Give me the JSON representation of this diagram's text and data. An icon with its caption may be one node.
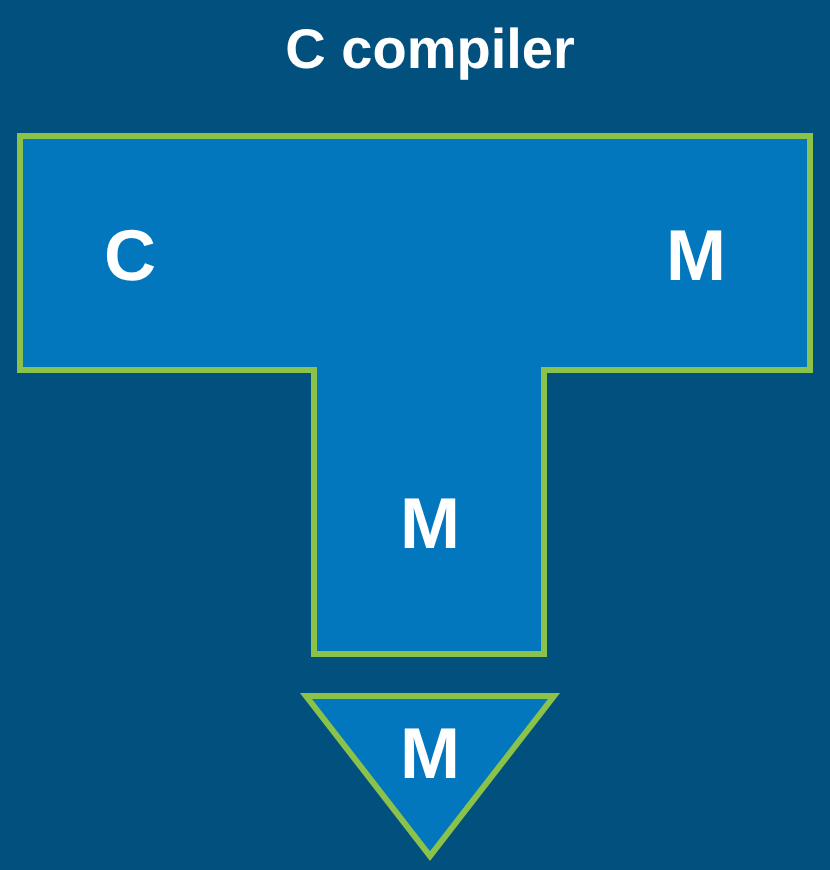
{
  "diagram": {
    "title": "C compiler",
    "nodes": [
      {
        "text": [
          "C",
          "M",
          "M"
        ]
      },
      {
        "text": [
          "M"
        ]
      }
    ]
  }
}
